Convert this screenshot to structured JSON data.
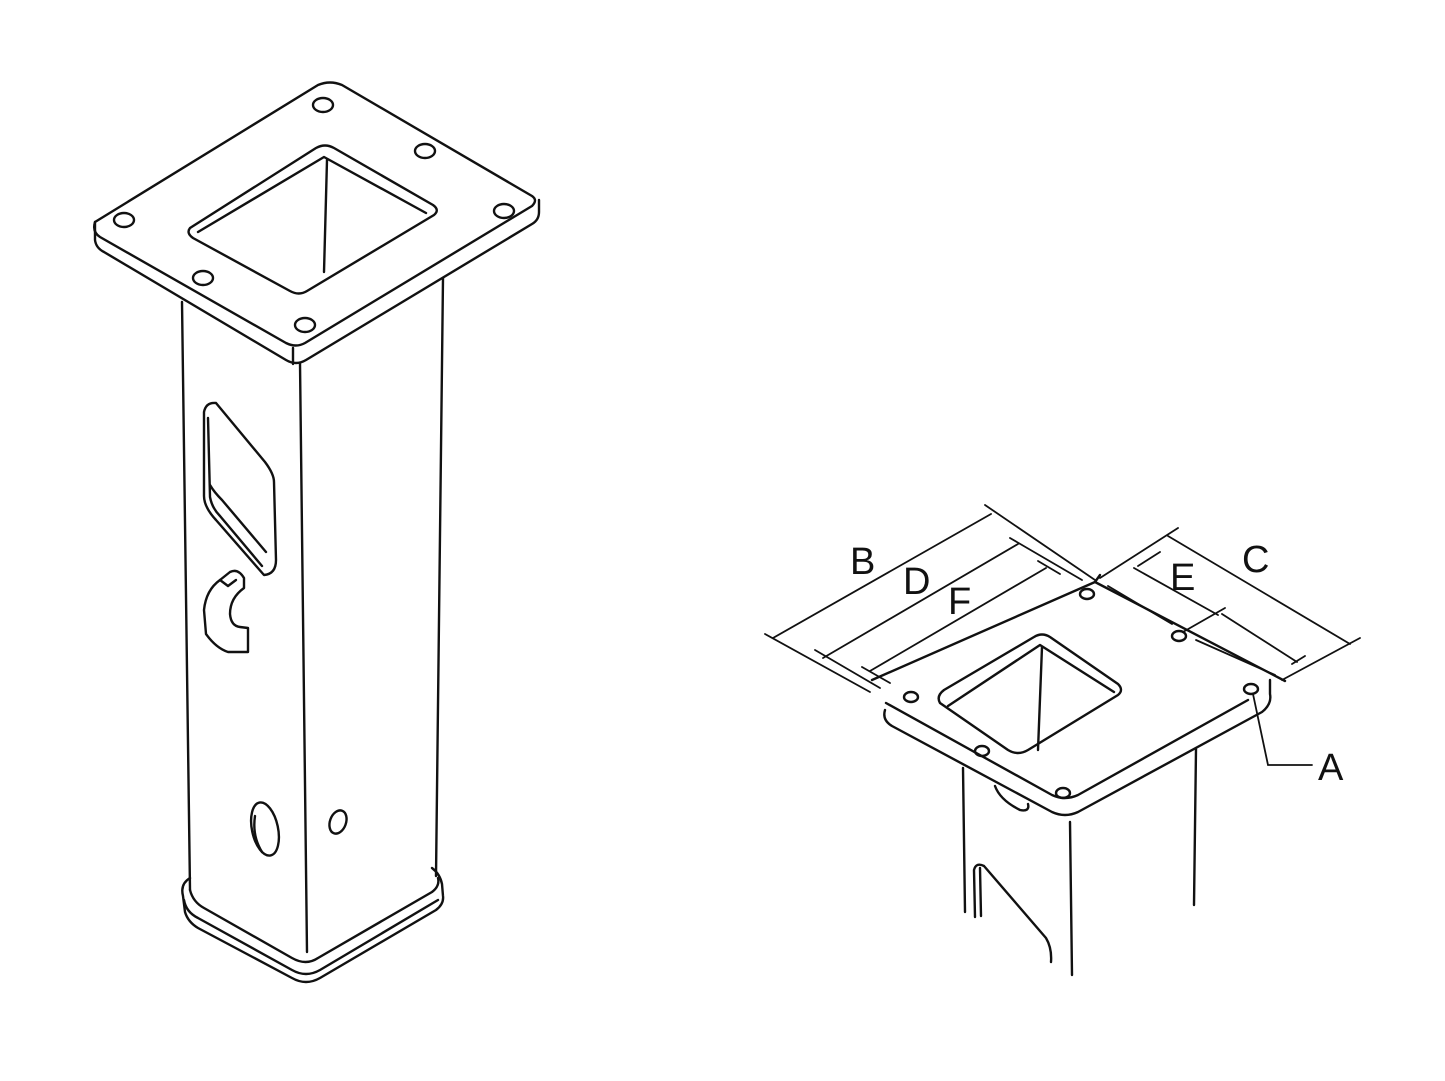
{
  "figure": {
    "left_view": {
      "description": "Isometric view of square tubular column with flanged top plate",
      "top_flange_bolt_holes": 6
    },
    "right_view": {
      "description": "Top flange dimension detail",
      "labels": {
        "A": "A",
        "B": "B",
        "C": "C",
        "D": "D",
        "E": "E",
        "F": "F"
      }
    }
  }
}
